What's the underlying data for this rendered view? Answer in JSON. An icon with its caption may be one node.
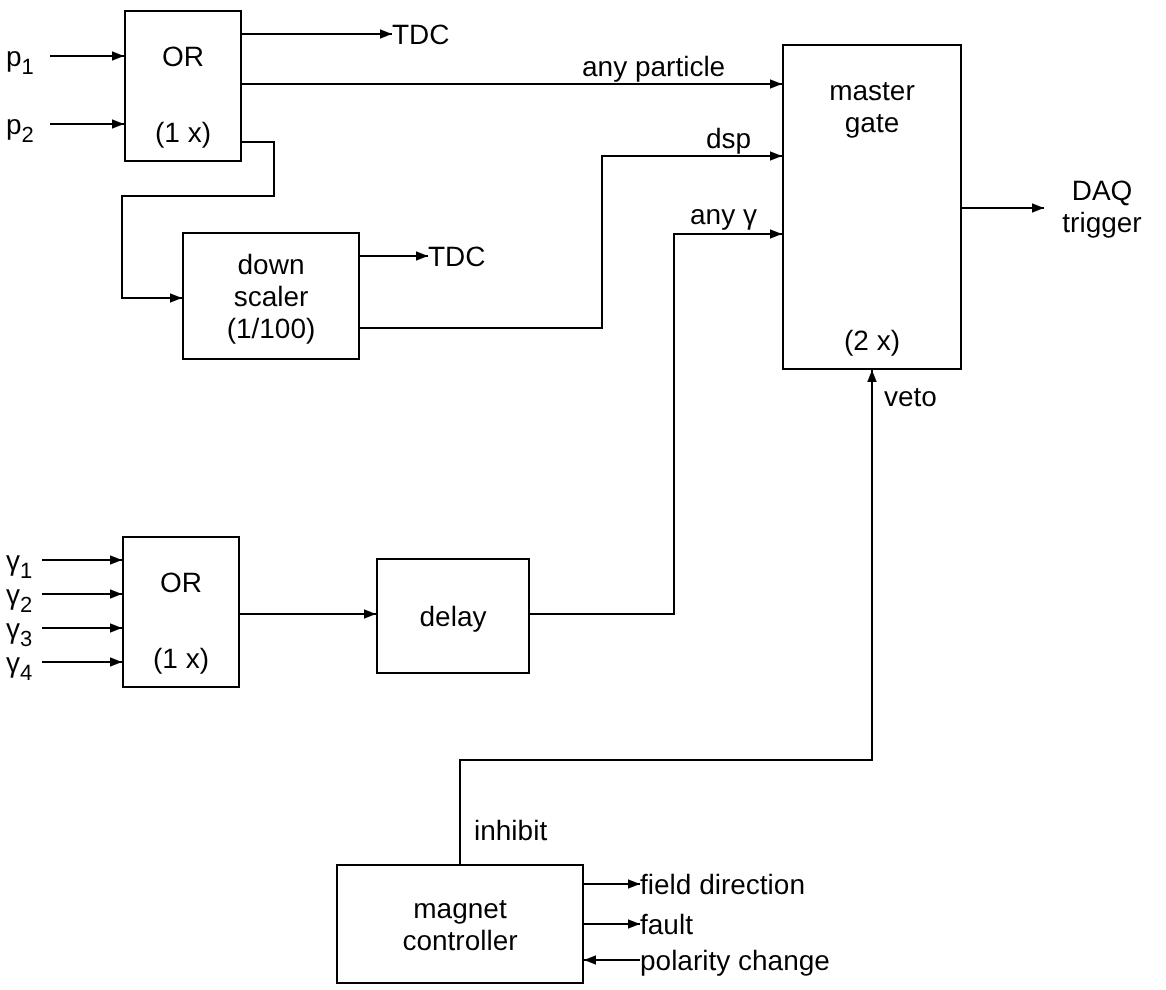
{
  "diagram": {
    "nodes": [
      {
        "text": [
          "p$_{1}$"
        ]
      },
      {
        "text": [
          "p$_{2}$"
        ]
      },
      {
        "text": [
          "OR",
          "(1 x)"
        ]
      },
      {
        "text": [
          "TDC"
        ]
      },
      {
        "text": [
          "down scaler (1/100)"
        ]
      },
      {
        "text": [
          "TDC"
        ]
      },
      {
        "text": [
          "master gate",
          "(2 x)"
        ]
      },
      {
        "text": [
          "DAQ trigger"
        ]
      },
      {
        "text": [
          "γ$_{1}$"
        ]
      },
      {
        "text": [
          "γ$_{2}$"
        ]
      },
      {
        "text": [
          "γ$_{3}$"
        ]
      },
      {
        "text": [
          "γ$_{4}$"
        ]
      },
      {
        "text": [
          "OR",
          "(1 x)"
        ]
      },
      {
        "text": [
          "delay"
        ]
      },
      {
        "text": [
          "magnet controller"
        ],
        "beside": [
          "inhibit"
        ]
      },
      {
        "text": [
          "field direction"
        ]
      },
      {
        "text": [
          "fault"
        ]
      },
      {
        "text": [
          "polarity change"
        ]
      }
    ],
    "edges": [
      {
        "from": 0,
        "to": 2,
        "arrow": "to"
      },
      {
        "from": 1,
        "to": 2,
        "arrow": "to"
      },
      {
        "from": 2,
        "to": 3,
        "arrow": "to"
      },
      {
        "from": 2,
        "to": 6,
        "label": "any particle",
        "arrow": "to"
      },
      {
        "from": 2,
        "to": 4,
        "arrow": "to"
      },
      {
        "from": 4,
        "to": 5,
        "arrow": "to"
      },
      {
        "from": 4,
        "to": 6,
        "label": "dsp",
        "arrow": "to"
      },
      {
        "from": 6,
        "to": 7,
        "arrow": "to"
      },
      {
        "from": 8,
        "to": 12,
        "arrow": "to"
      },
      {
        "from": 9,
        "to": 12,
        "arrow": "to"
      },
      {
        "from": 10,
        "to": 12,
        "arrow": "to"
      },
      {
        "from": 11,
        "to": 12,
        "arrow": "to"
      },
      {
        "from": 12,
        "to": 13,
        "arrow": "to"
      },
      {
        "from": 13,
        "to": 6,
        "label": "any γ",
        "arrow": "to"
      },
      {
        "from": 14,
        "to": 6,
        "label": "veto",
        "arrow": "to"
      },
      {
        "from": 14,
        "to": 15,
        "arrow": "to"
      },
      {
        "from": 14,
        "to": 16,
        "arrow": "to"
      },
      {
        "from": 17,
        "to": 14,
        "arrow": "to"
      }
    ]
  }
}
